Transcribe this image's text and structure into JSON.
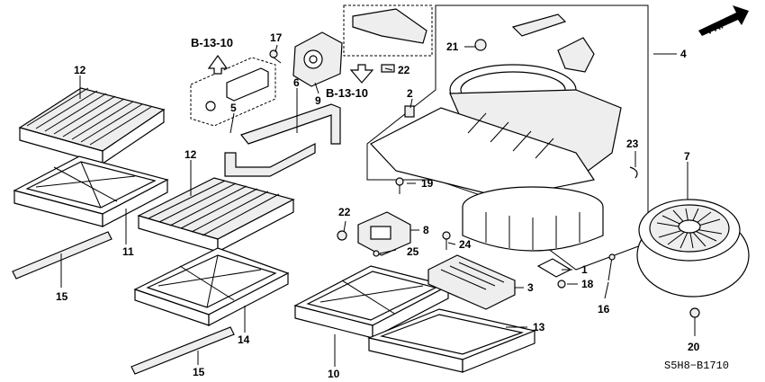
{
  "diagram": {
    "direction_label": "FR.",
    "reference_code": "S5H8−B1710",
    "section_refs": [
      "B-13-10",
      "B-13-10"
    ],
    "callouts": [
      "1",
      "2",
      "3",
      "4",
      "5",
      "6",
      "7",
      "8",
      "9",
      "10",
      "11",
      "12",
      "12",
      "13",
      "14",
      "15",
      "15",
      "16",
      "17",
      "18",
      "19",
      "20",
      "21",
      "22",
      "22",
      "23",
      "24",
      "25"
    ]
  }
}
